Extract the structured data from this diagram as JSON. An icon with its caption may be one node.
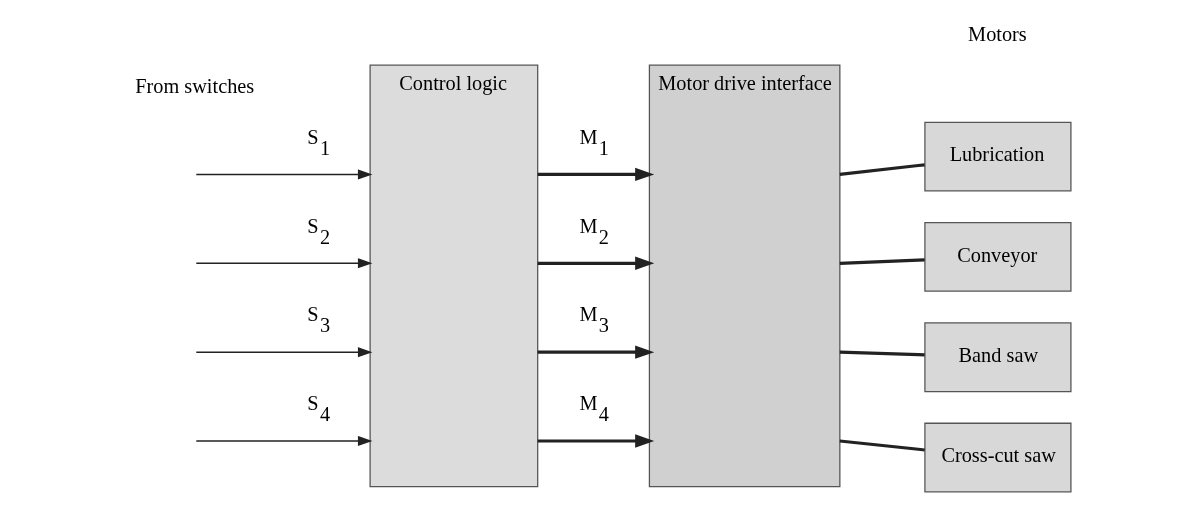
{
  "diagram": {
    "nodes": [
      {
        "text": [
          "Control logic"
        ]
      },
      {
        "text": [
          "Motor drive interface"
        ]
      },
      {
        "text": [
          "Lubrication"
        ]
      },
      {
        "text": [
          "Conveyor"
        ]
      },
      {
        "text": [
          "Band saw"
        ]
      },
      {
        "text": [
          "Cross-cut saw"
        ]
      }
    ],
    "edges": [
      {
        "from": null,
        "to": 0,
        "arrow": "to",
        "label": "S$_{1}$"
      },
      {
        "from": null,
        "to": 0,
        "arrow": "to",
        "label": "S$_{2}$"
      },
      {
        "from": null,
        "to": 0,
        "arrow": "to",
        "label": "S$_{3}$"
      },
      {
        "from": null,
        "to": 0,
        "arrow": "to",
        "label": "S$_{4}$"
      },
      {
        "from": 0,
        "to": 1,
        "arrow": "to",
        "label": "M$_{1}$"
      },
      {
        "from": 0,
        "to": 1,
        "arrow": "to",
        "label": "M$_{2}$"
      },
      {
        "from": 0,
        "to": 1,
        "arrow": "to",
        "label": "M$_{3}$"
      },
      {
        "from": 0,
        "to": 1,
        "arrow": "to",
        "label": "M$_{4}$"
      },
      {
        "from": 1,
        "to": 2,
        "arrow": "none"
      },
      {
        "from": 1,
        "to": 3,
        "arrow": "none"
      },
      {
        "from": 1,
        "to": 4,
        "arrow": "none"
      },
      {
        "from": 1,
        "to": 5,
        "arrow": "none"
      }
    ],
    "labels": [
      "Motors",
      "From switches"
    ]
  }
}
